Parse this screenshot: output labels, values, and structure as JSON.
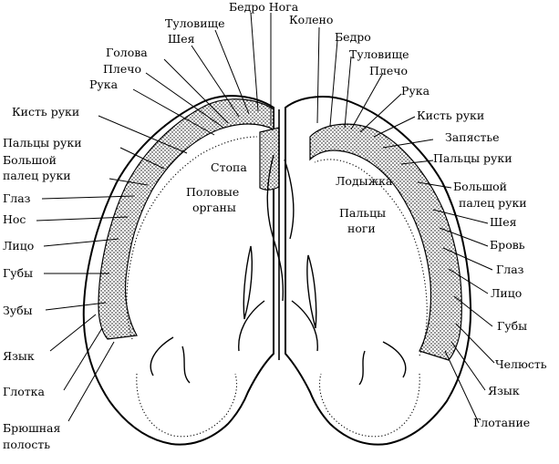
{
  "figure": {
    "top": {
      "thigh_leg": "Бедро Нога",
      "knee": "Колено"
    },
    "sensory_left": [
      "Туловище",
      "Шея",
      "Голова",
      "Плечо",
      "Рука",
      "Кисть руки",
      "Пальцы руки",
      "Большой",
      "палец руки",
      "Глаз",
      "Нос",
      "Лицо",
      "Губы",
      "Зубы",
      "Язык",
      "Глотка",
      "Брюшная",
      "полость"
    ],
    "sensory_inner": [
      "Стопа",
      "Половые",
      "органы"
    ],
    "motor_right": [
      "Бедро",
      "Туловище",
      "Плечо",
      "Рука",
      "Кисть руки",
      "Запястье",
      "Пальцы руки",
      "Большой",
      "палец руки",
      "Шея",
      "Бровь",
      "Глаз",
      "Лицо",
      "Губы",
      "Челюсть",
      "Язык",
      "Глотание"
    ],
    "motor_inner": [
      "Лодыжка",
      "Пальцы",
      "ноги"
    ]
  }
}
